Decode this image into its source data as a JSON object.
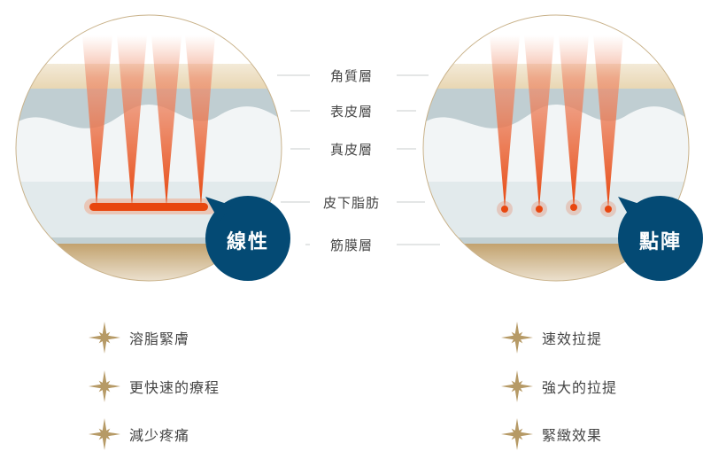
{
  "layers": [
    "角質層",
    "表皮層",
    "真皮層",
    "皮下脂肪",
    "筋膜層"
  ],
  "left": {
    "badge": "線性",
    "benefits": [
      "溶脂緊膚",
      "更快速的療程",
      "減少疼痛"
    ]
  },
  "right": {
    "badge": "點陣",
    "benefits": [
      "速效拉提",
      "強大的拉提",
      "緊緻效果"
    ]
  },
  "colors": {
    "badge": "#044a74",
    "laser": "#e8470f",
    "gold": "#b69a66"
  }
}
